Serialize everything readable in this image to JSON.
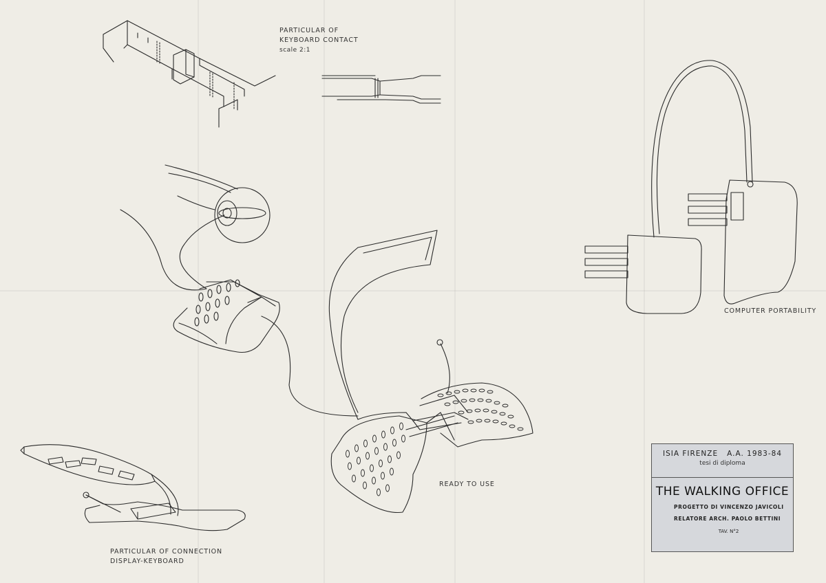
{
  "labels": {
    "keyboard_contact": [
      "PARTICULAR OF",
      "KEYBOARD CONTACT",
      "scale 2:1"
    ],
    "computer_portability": "COMPUTER PORTABILITY",
    "ready_to_use": "READY TO USE",
    "connection": [
      "PARTICULAR OF CONNECTION",
      "DISPLAY-KEYBOARD"
    ]
  },
  "title_block": {
    "institution": "ISIA FIRENZE",
    "academic_year": "A.A. 1983-84",
    "subtitle": "tesi di diploma",
    "title": "THE WALKING OFFICE",
    "project": "PROGETTO DI VINCENZO JAVICOLI",
    "advisor": "RELATORE ARCH. PAOLO BETTINI",
    "sheet": "TAV. N°2"
  },
  "colors": {
    "paper": "#efede6",
    "ink": "#2a2a2a",
    "title_block_bg": "#d6d8dc"
  }
}
